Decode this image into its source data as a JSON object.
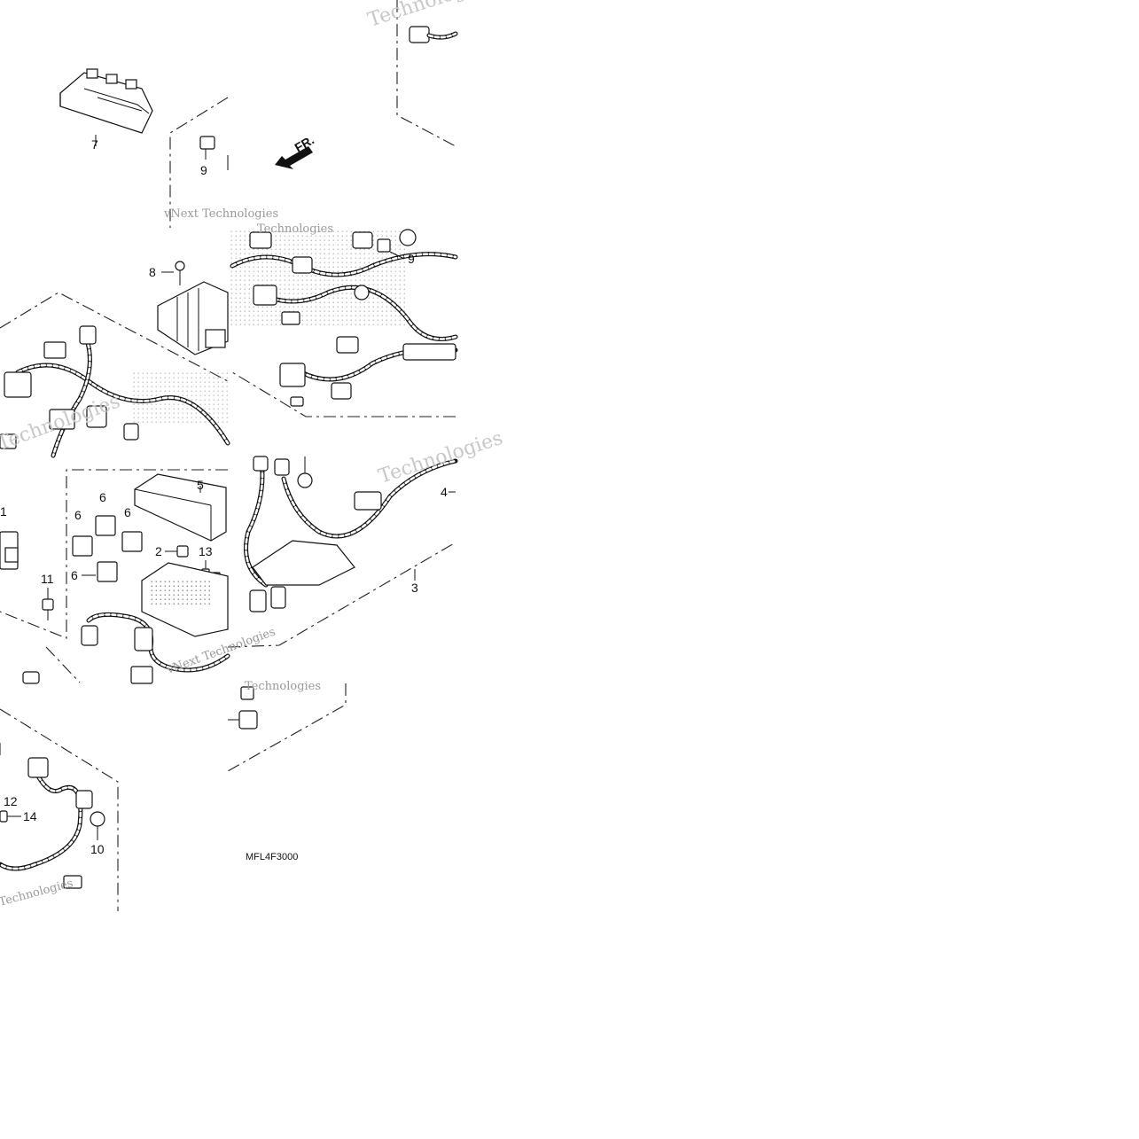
{
  "diagram": {
    "part_code": "MFL4F3000",
    "direction_label": "FR.",
    "callouts": [
      "1",
      "2",
      "3",
      "4",
      "5",
      "6",
      "6",
      "6",
      "6",
      "7",
      "8",
      "9",
      "9",
      "10",
      "11",
      "12",
      "13",
      "14"
    ],
    "watermark_lines": [
      "vNext Technologies",
      "Technologies",
      "Technologies",
      "vNext Technologies",
      "Technologies"
    ]
  }
}
